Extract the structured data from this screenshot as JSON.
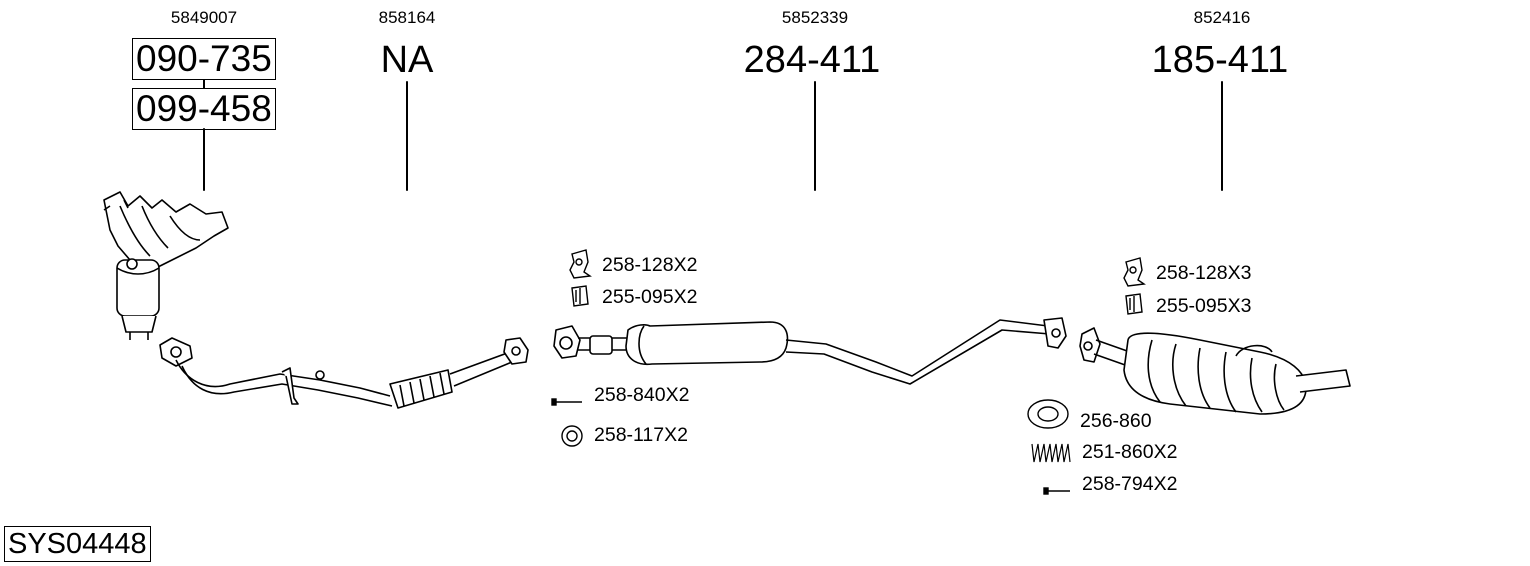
{
  "system_code": "SYS04448",
  "parts": [
    {
      "oem": "5849007",
      "codes": [
        "090-735",
        "099-458"
      ]
    },
    {
      "oem": "858164",
      "codes": [
        "NA"
      ]
    },
    {
      "oem": "5852339",
      "codes": [
        "284-411"
      ]
    },
    {
      "oem": "852416",
      "codes": [
        "185-411"
      ]
    }
  ],
  "accessories": {
    "middle": [
      "258-128X2",
      "255-095X2",
      "258-840X2",
      "258-117X2"
    ],
    "rear": [
      "258-128X3",
      "255-095X3",
      "256-860",
      "251-860X2",
      "258-794X2"
    ]
  },
  "icons": [
    "clamp-icon",
    "rubber-mount-icon",
    "bolt-icon",
    "ring-gasket-icon",
    "flange-gasket-icon",
    "spring-icon"
  ],
  "line_color": "#000000"
}
